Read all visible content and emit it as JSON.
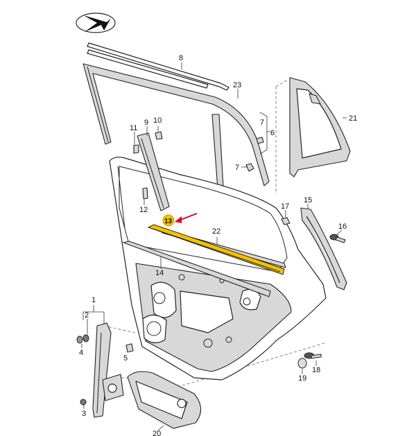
{
  "diagram": {
    "logo_icon": "compass-arrow-icon",
    "highlight_color": "#f2c200",
    "arrow_color": "#e3001b",
    "highlighted_part": "13",
    "parts": [
      {
        "key": "p1",
        "label": "1"
      },
      {
        "key": "p2",
        "label": "2"
      },
      {
        "key": "p3",
        "label": "3"
      },
      {
        "key": "p4",
        "label": "4"
      },
      {
        "key": "p5",
        "label": "5"
      },
      {
        "key": "p6",
        "label": "6"
      },
      {
        "key": "p7a",
        "label": "7"
      },
      {
        "key": "p7b",
        "label": "7"
      },
      {
        "key": "p8",
        "label": "8"
      },
      {
        "key": "p9",
        "label": "9"
      },
      {
        "key": "p10",
        "label": "10"
      },
      {
        "key": "p11",
        "label": "11"
      },
      {
        "key": "p12",
        "label": "12"
      },
      {
        "key": "p13",
        "label": "13"
      },
      {
        "key": "p14",
        "label": "14"
      },
      {
        "key": "p15",
        "label": "15"
      },
      {
        "key": "p16",
        "label": "16"
      },
      {
        "key": "p17",
        "label": "17"
      },
      {
        "key": "p18",
        "label": "18"
      },
      {
        "key": "p19",
        "label": "19"
      },
      {
        "key": "p20",
        "label": "20"
      },
      {
        "key": "p21",
        "label": "21"
      },
      {
        "key": "p22",
        "label": "22"
      },
      {
        "key": "p23",
        "label": "23"
      }
    ]
  }
}
